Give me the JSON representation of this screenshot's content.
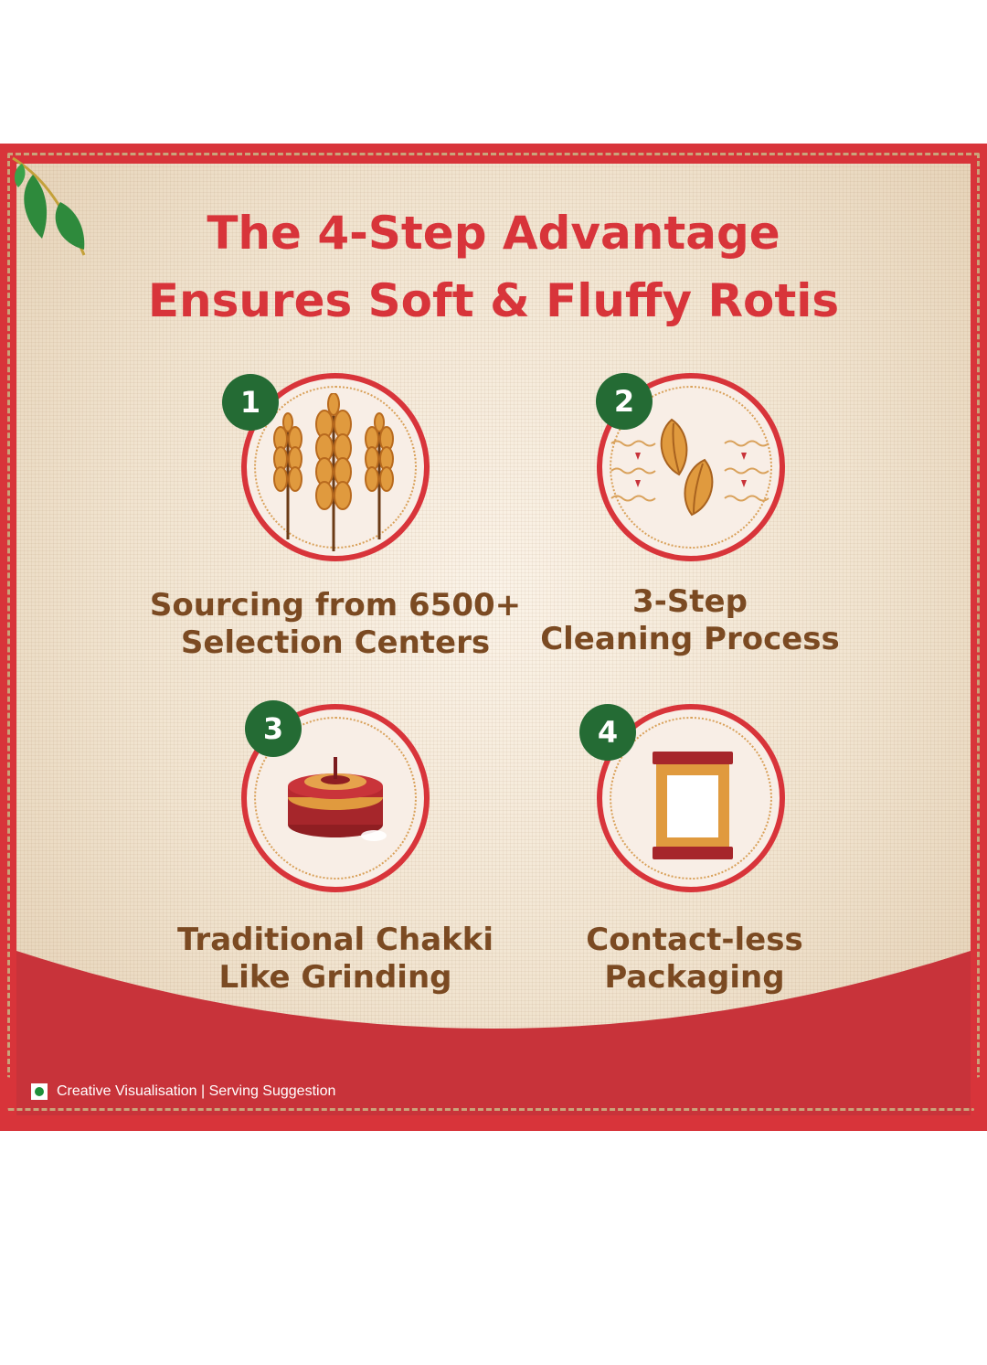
{
  "title": {
    "line1": "The 4-Step Advantage",
    "line2": "Ensures Soft & Fluffy Rotis"
  },
  "steps": [
    {
      "number": "1",
      "line1": "Sourcing from 6500+",
      "line2": "Selection Centers",
      "icon": "wheat-icon"
    },
    {
      "number": "2",
      "line1": "3-Step",
      "line2": "Cleaning Process",
      "icon": "grain-cleaning-icon"
    },
    {
      "number": "3",
      "line1": "Traditional Chakki",
      "line2": "Like Grinding",
      "icon": "chakki-icon"
    },
    {
      "number": "4",
      "line1": "Contact-less",
      "line2": "Packaging",
      "icon": "packet-icon"
    }
  ],
  "footer": {
    "text": "Creative Visualisation | Serving Suggestion",
    "icon": "veg-mark-icon"
  },
  "colors": {
    "brand_red": "#d8343a",
    "badge_green": "#246b34",
    "label_brown": "#7b4a22",
    "accent_orange": "#e09a3e"
  }
}
